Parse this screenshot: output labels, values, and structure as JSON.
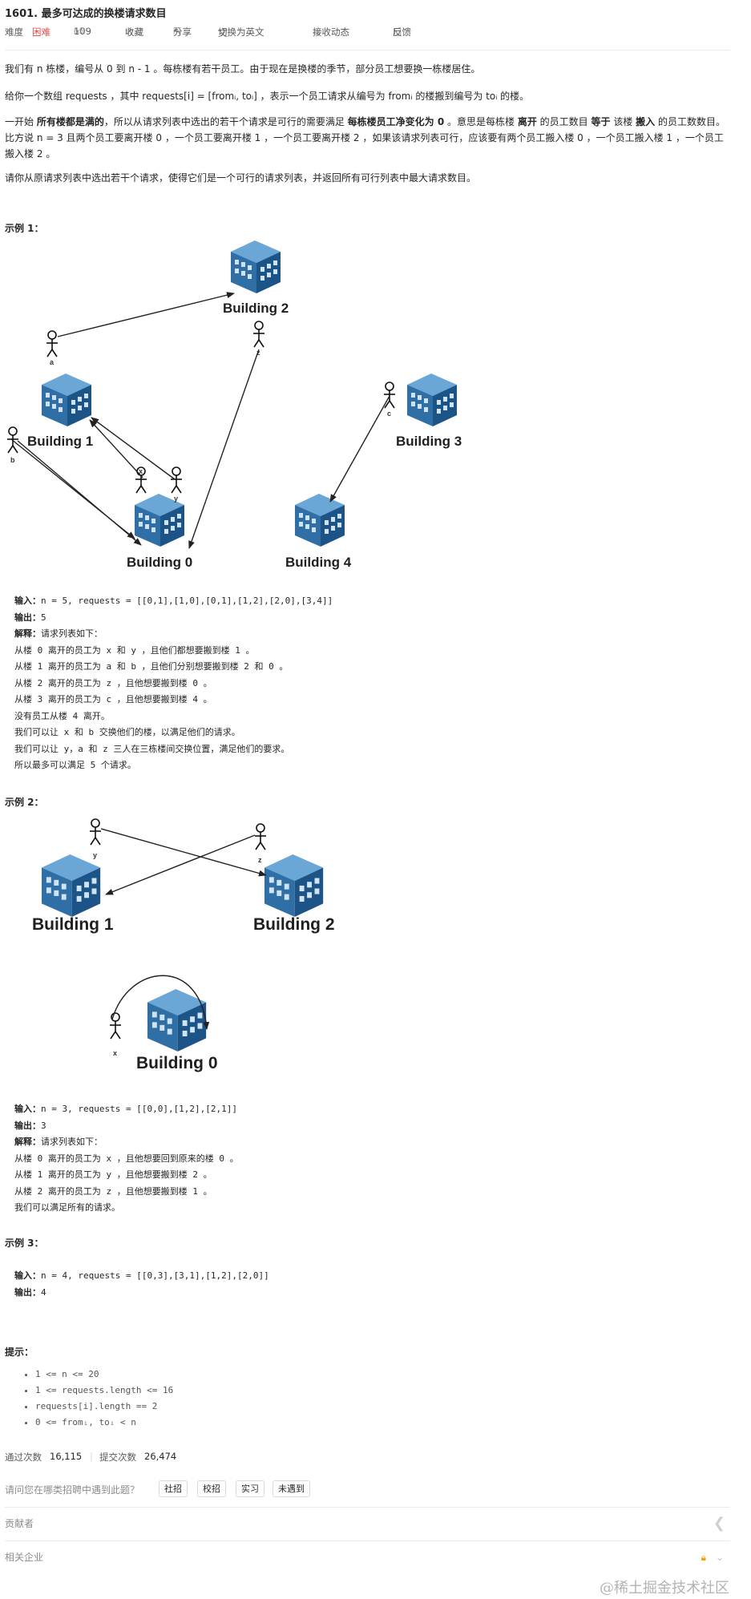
{
  "title": "1601. 最多可达成的换楼请求数目",
  "meta": {
    "difficulty_label": "难度",
    "difficulty": "困难",
    "likes": "109",
    "favorite": "收藏",
    "share": "分享",
    "switch_lang": "切换为英文",
    "notify": "接收动态",
    "feedback": "反馈"
  },
  "desc": {
    "p1": "我们有 n 栋楼，编号从 0 到 n - 1 。每栋楼有若干员工。由于现在是换楼的季节，部分员工想要换一栋楼居住。",
    "p2": "给你一个数组 requests ，其中 requests[i] = [fromᵢ, toᵢ] ，表示一个员工请求从编号为 fromᵢ 的楼搬到编号为 toᵢ 的楼。",
    "p3a": "一开始 ",
    "p3b": "所有楼都是满的",
    "p3c": "，所以从请求列表中选出的若干个请求是可行的需要满足 ",
    "p3d": "每栋楼员工净变化为 0",
    "p3e": " 。意思是每栋楼 ",
    "p3f": "离开",
    "p3g": " 的员工数目 ",
    "p3h": "等于",
    "p3i": " 该楼 ",
    "p3j": "搬入",
    "p3k": " 的员工数数目。比方说 n = 3 且两个员工要离开楼 0 ，一个员工要离开楼 1 ，一个员工要离开楼 2 ，如果该请求列表可行，应该要有两个员工搬入楼 0 ，一个员工搬入楼 1 ，一个员工搬入楼 2 。",
    "p4": "请你从原请求列表中选出若干个请求，使得它们是一个可行的请求列表，并返回所有可行列表中最大请求数目。"
  },
  "example1": {
    "heading": "示例 1：",
    "buildings": [
      "Building 0",
      "Building 1",
      "Building 2",
      "Building 3",
      "Building 4"
    ],
    "people": [
      "a",
      "b",
      "c",
      "x",
      "y",
      "z"
    ],
    "input_label": "输入：",
    "input": "n = 5, requests = [[0,1],[1,0],[0,1],[1,2],[2,0],[3,4]]",
    "output_label": "输出：",
    "output": "5",
    "explain_label": "解释：",
    "explain_head": "请求列表如下：",
    "lines": [
      "从楼 0 离开的员工为 x 和 y ，且他们都想要搬到楼 1 。",
      "从楼 1 离开的员工为 a 和 b ，且他们分别想要搬到楼 2 和 0 。",
      "从楼 2 离开的员工为 z ，且他想要搬到楼 0 。",
      "从楼 3 离开的员工为 c ，且他想要搬到楼 4 。",
      "没有员工从楼 4 离开。",
      "我们可以让 x 和 b 交换他们的楼，以满足他们的请求。",
      "我们可以让 y，a 和 z 三人在三栋楼间交换位置，满足他们的要求。",
      "所以最多可以满足 5 个请求。"
    ]
  },
  "example2": {
    "heading": "示例 2：",
    "buildings": [
      "Building 0",
      "Building 1",
      "Building 2"
    ],
    "people": [
      "x",
      "y",
      "z"
    ],
    "input_label": "输入：",
    "input": "n = 3, requests = [[0,0],[1,2],[2,1]]",
    "output_label": "输出：",
    "output": "3",
    "explain_label": "解释：",
    "explain_head": "请求列表如下：",
    "lines": [
      "从楼 0 离开的员工为 x ，且他想要回到原来的楼 0 。",
      "从楼 1 离开的员工为 y ，且他想要搬到楼 2 。",
      "从楼 2 离开的员工为 z ，且他想要搬到楼 1 。",
      "我们可以满足所有的请求。"
    ]
  },
  "example3": {
    "heading": "示例 3：",
    "input_label": "输入：",
    "input": "n = 4, requests = [[0,3],[3,1],[1,2],[2,0]]",
    "output_label": "输出：",
    "output": "4"
  },
  "hints": {
    "heading": "提示：",
    "items": [
      "1 <= n <= 20",
      "1 <= requests.length <= 16",
      "requests[i].length == 2",
      "0 <= fromᵢ, toᵢ < n"
    ]
  },
  "stats": {
    "accepted_label": "通过次数",
    "accepted": "16,115",
    "submitted_label": "提交次数",
    "submitted": "26,474"
  },
  "survey": {
    "question": "请问您在哪类招聘中遇到此题？",
    "options": [
      "社招",
      "校招",
      "实习",
      "未遇到"
    ]
  },
  "sections": {
    "contributors": "贡献者",
    "companies": "相关企业"
  },
  "watermark": "@稀土掘金技术社区"
}
